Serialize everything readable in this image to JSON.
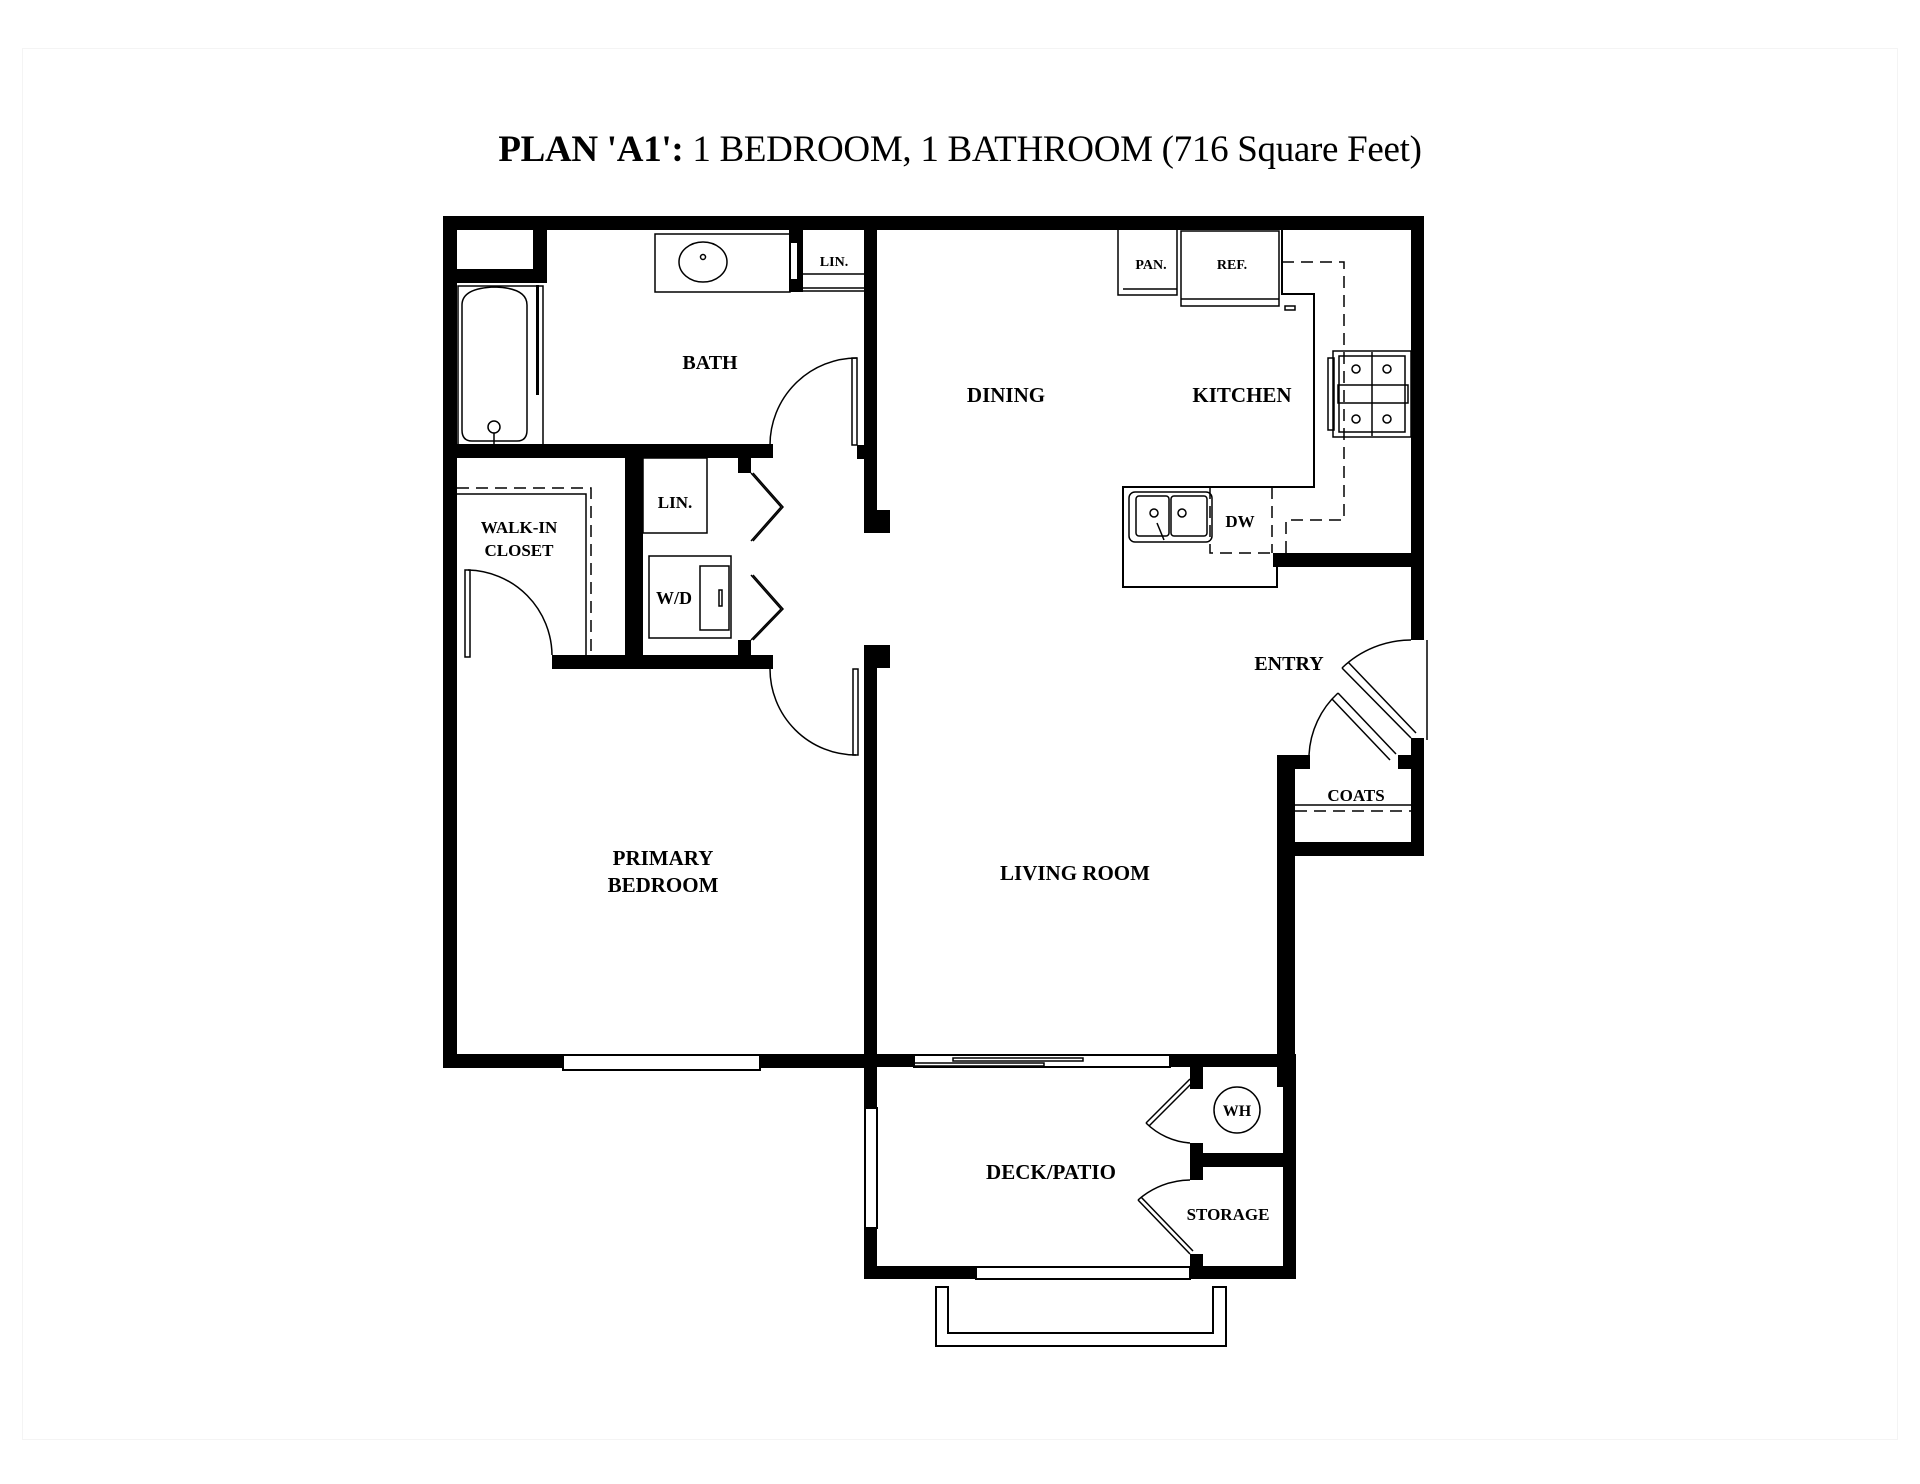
{
  "title": {
    "plan": "PLAN 'A1':",
    "description": " 1 BEDROOM, 1 BATHROOM (716 Square Feet)"
  },
  "rooms": {
    "bath": "BATH",
    "linen_bath": "LIN.",
    "dining": "DINING",
    "kitchen": "KITCHEN",
    "pantry": "PAN.",
    "refrigerator": "REF.",
    "dishwasher": "DW",
    "walk_in_closet_line1": "WALK-IN",
    "walk_in_closet_line2": "CLOSET",
    "linen_hall": "LIN.",
    "washer_dryer": "W/D",
    "entry": "ENTRY",
    "coats": "COATS",
    "primary_bedroom_line1": "PRIMARY",
    "primary_bedroom_line2": "BEDROOM",
    "living_room": "LIVING ROOM",
    "deck_patio": "DECK/PATIO",
    "water_heater": "WH",
    "storage": "STORAGE"
  },
  "colors": {
    "wall": "#000000",
    "background": "#ffffff"
  }
}
